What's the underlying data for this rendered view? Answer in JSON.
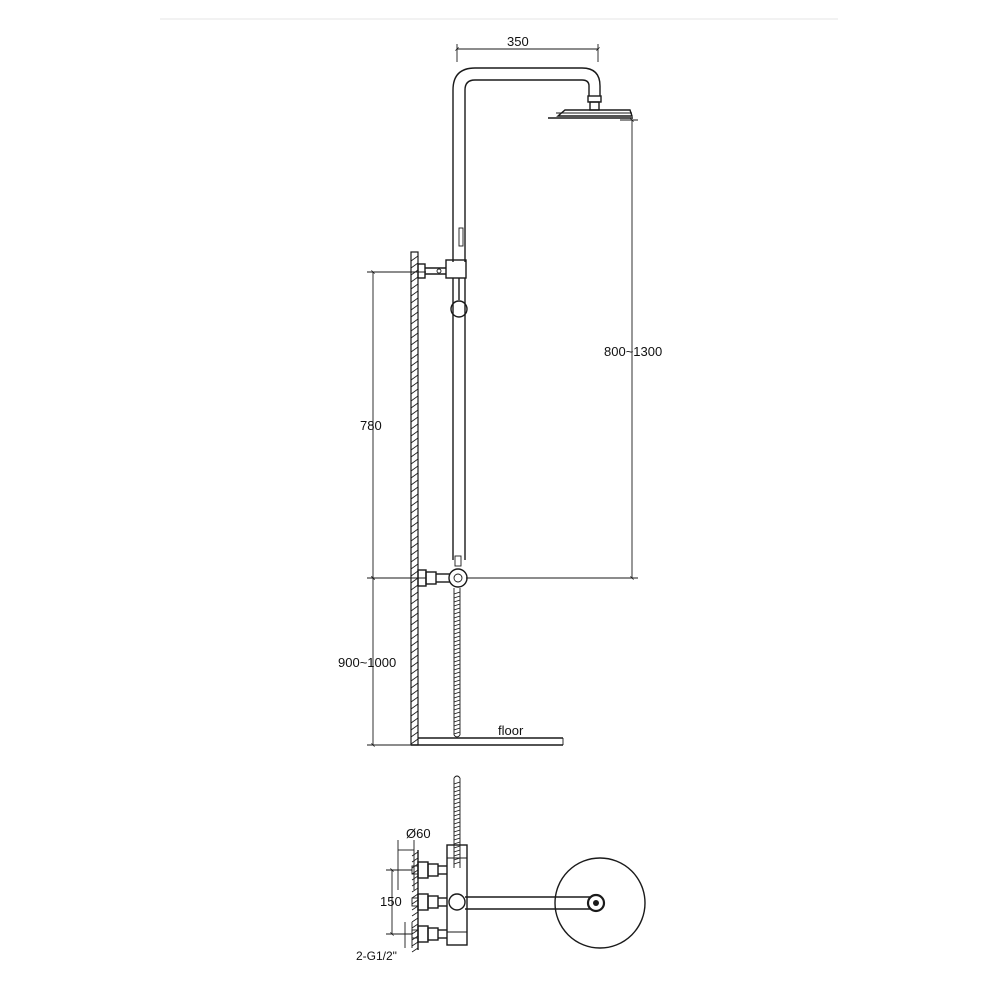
{
  "dimensions": {
    "top_arm_width": "350",
    "head_height": "800~1300",
    "bracket_spacing": "780",
    "mount_height": "900~1000",
    "outlet_spacing": "150",
    "diameter": "Ø60",
    "connection": "2-G1/2\""
  },
  "labels": {
    "floor": "floor"
  },
  "colors": {
    "stroke": "#1a1a1a",
    "background": "#ffffff",
    "frame": "#e6e6e6"
  }
}
